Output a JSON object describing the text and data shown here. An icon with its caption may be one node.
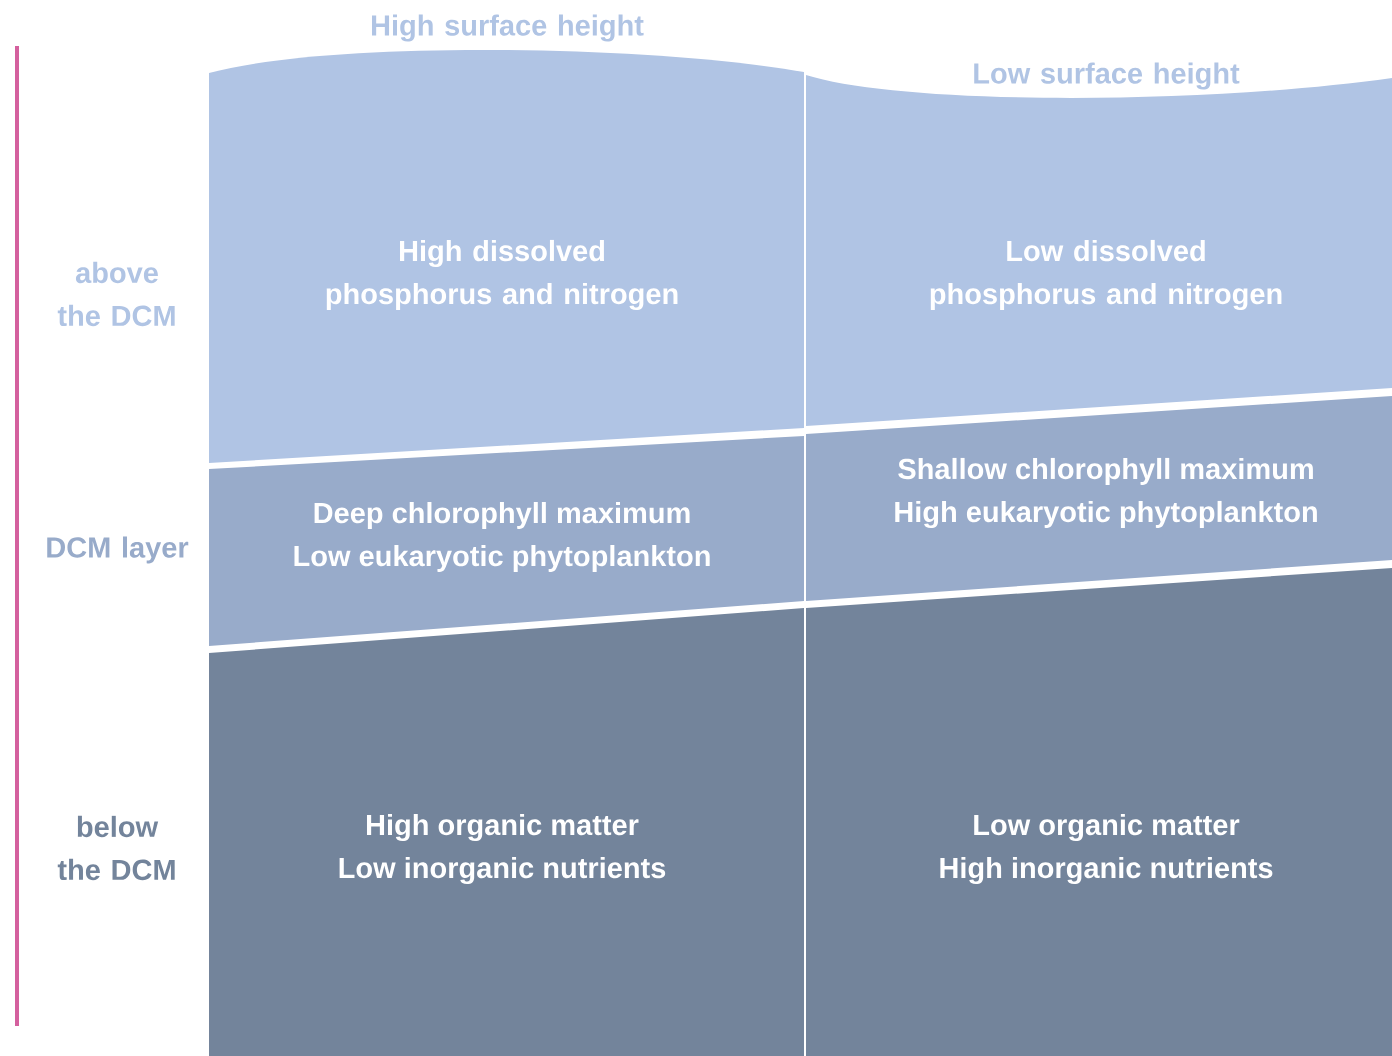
{
  "diagram": {
    "nodes": [
      {
        "text": [
          "High dissolved phosphorus and nitrogen"
        ]
      },
      {
        "text": [
          "Low dissolved phosphorus and nitrogen"
        ]
      },
      {
        "text": [
          "Deep chlorophyll maximum",
          "Low eukaryotic phytoplankton"
        ]
      },
      {
        "text": [
          "Shallow chlorophyll maximum",
          "High eukaryotic phytoplankton"
        ]
      },
      {
        "text": [
          "High organic matter",
          "Low inorganic nutrients"
        ]
      },
      {
        "text": [
          "Low organic matter",
          "High inorganic nutrients"
        ]
      }
    ],
    "labels": [
      "High surface height",
      "Low surface height",
      "above the DCM",
      "DCM layer",
      "below the DCM"
    ]
  }
}
